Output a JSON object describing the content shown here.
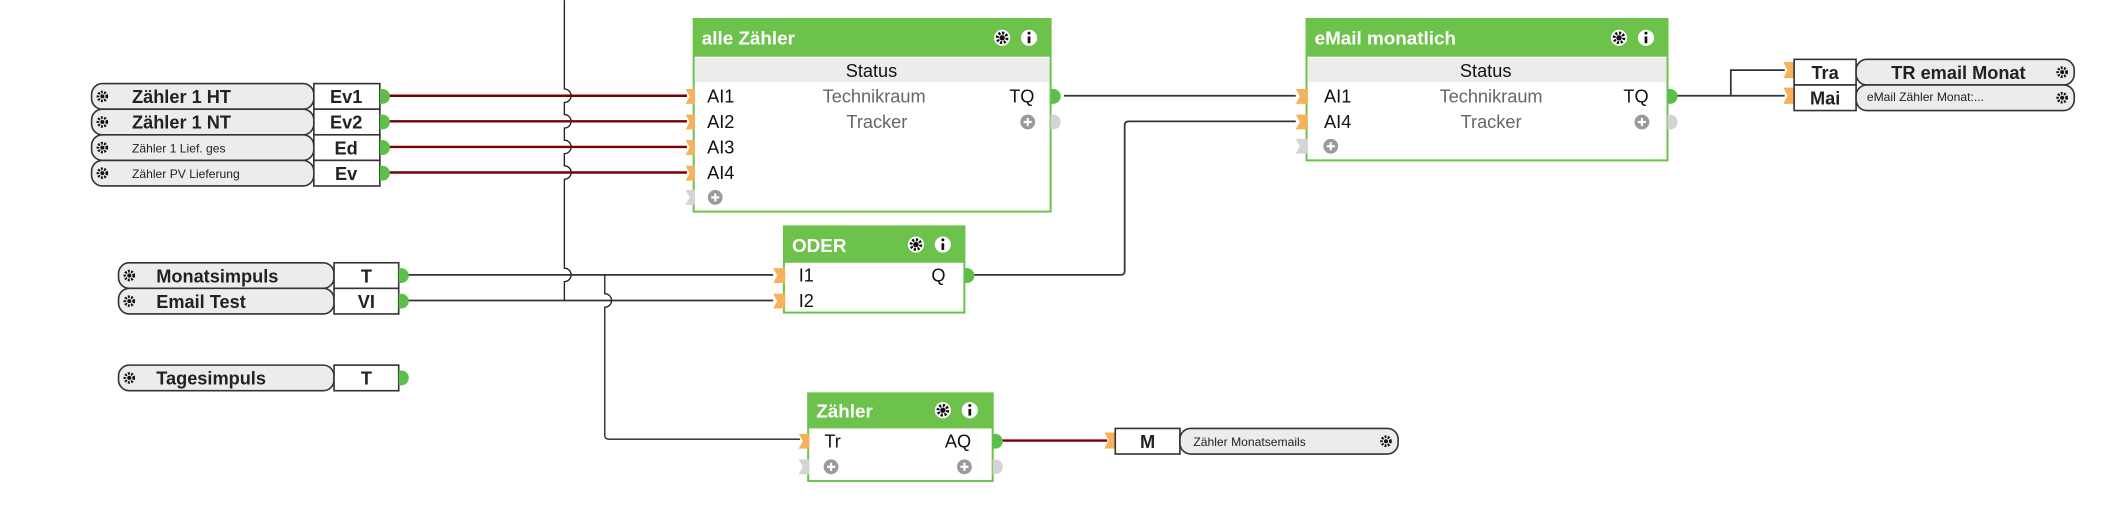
{
  "colors": {
    "block_header": "#6cc24a",
    "wire_value": "#7a0000",
    "wire_binary": "#333333",
    "input_pin": "#f5b25a",
    "output_pin": "#5cbf4a"
  },
  "inputs": [
    {
      "name": "Zähler 1 HT",
      "code": "Ev1"
    },
    {
      "name": "Zähler 1 NT",
      "code": "Ev2"
    },
    {
      "name": "Zähler 1 Lief. ges",
      "code": "Ed"
    },
    {
      "name": "Zähler PV Lieferung",
      "code": "Ev"
    },
    {
      "name": "Monatsimpuls",
      "code": "T"
    },
    {
      "name": "Email Test",
      "code": "VI"
    },
    {
      "name": "Tagesimpuls",
      "code": "T"
    }
  ],
  "blocks": {
    "alle_zaehler": {
      "title": "alle Zähler",
      "status": "Status",
      "inputs": [
        "AI1",
        "AI2",
        "AI3",
        "AI4"
      ],
      "labels": [
        "Technikraum",
        "Tracker"
      ],
      "output": "TQ"
    },
    "email_monatlich": {
      "title": "eMail monatlich",
      "status": "Status",
      "inputs": [
        "AI1",
        "AI4"
      ],
      "labels": [
        "Technikraum",
        "Tracker"
      ],
      "output": "TQ"
    },
    "oder": {
      "title": "ODER",
      "inputs": [
        "I1",
        "I2"
      ],
      "output": "Q"
    },
    "zaehler": {
      "title": "Zähler",
      "inputs": [
        "Tr"
      ],
      "output": "AQ"
    }
  },
  "outputs": [
    {
      "code": "Tra",
      "name": "TR email Monat"
    },
    {
      "code": "Mai",
      "name": "eMail  Zähler  Monat:..."
    },
    {
      "code": "M",
      "name": "Zähler Monatsemails"
    }
  ],
  "icons": {
    "settings": "gear-icon",
    "info": "info-icon",
    "add": "plus-icon"
  }
}
